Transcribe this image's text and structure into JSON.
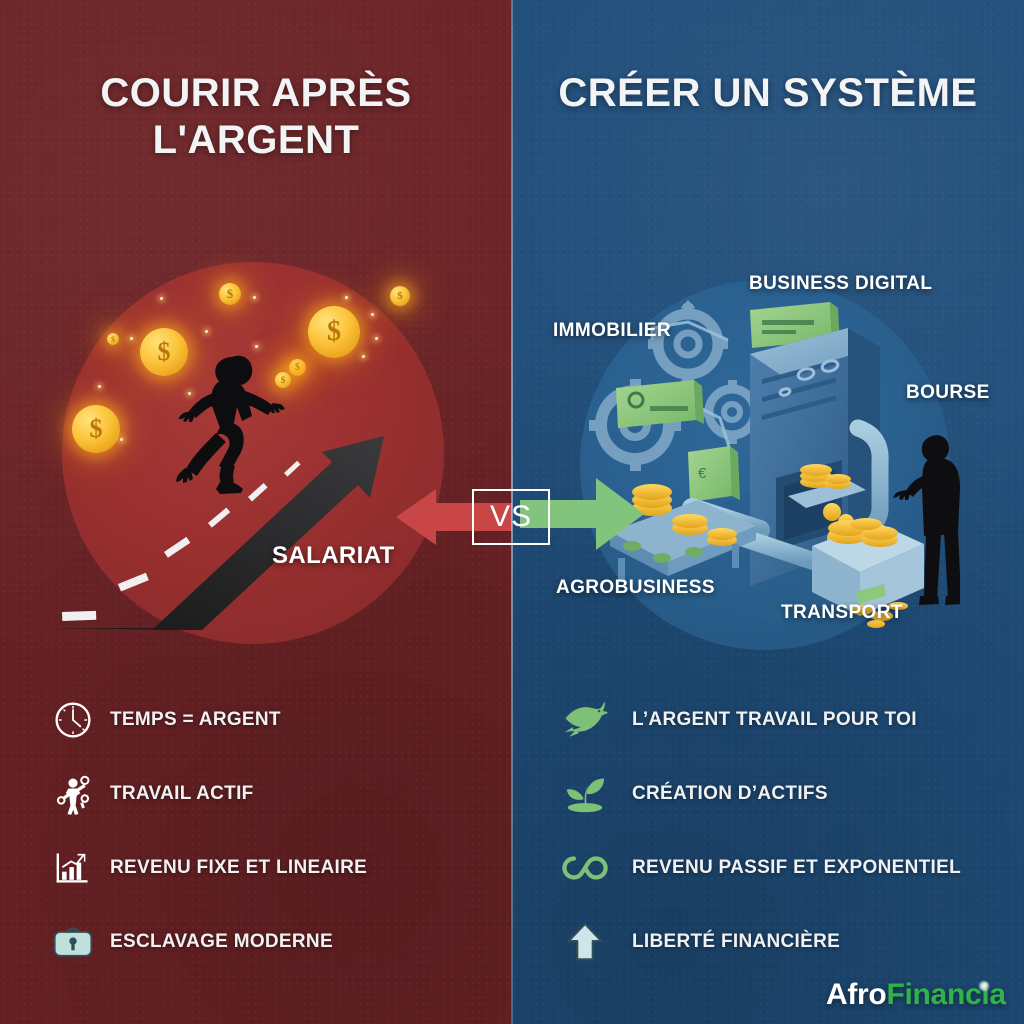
{
  "colors": {
    "left_bg": "#6B2225",
    "right_bg": "#1F4D7A",
    "left_disc": "#99302F",
    "right_disc": "#2A608E",
    "arrow_red": "#C94646",
    "arrow_green": "#82C47E",
    "accent_green": "#2FB34A",
    "coin_gold": "#FCC43A",
    "text_white": "#F2F3F4"
  },
  "left": {
    "title": "COURIR APRÈS L'ARGENT",
    "illustration_label": "SALARIAT",
    "coin_symbol": "$",
    "bullets": [
      {
        "icon": "clock-icon",
        "label": "TEMPS = ARGENT"
      },
      {
        "icon": "chained-worker-icon",
        "label": "TRAVAIL ACTIF"
      },
      {
        "icon": "bar-chart-up-icon",
        "label": "REVENU FIXE ET LINEAIRE"
      },
      {
        "icon": "shackle-lock-icon",
        "label": "ESCLAVAGE MODERNE"
      }
    ]
  },
  "right": {
    "title": "CRÉER UN SYSTÈME",
    "illustration_labels": [
      {
        "key": "immobilier",
        "label": "IMMOBILIER"
      },
      {
        "key": "business_digital",
        "label": "BUSINESS DIGITAL"
      },
      {
        "key": "bourse",
        "label": "BOURSE"
      },
      {
        "key": "agrobusiness",
        "label": "AGROBUSINESS"
      },
      {
        "key": "transport",
        "label": "TRANSPORT"
      }
    ],
    "bullets": [
      {
        "icon": "bird-icon",
        "label": "L’ARGENT TRAVAIL POUR  TOI"
      },
      {
        "icon": "sprout-icon",
        "label": "CRÉATION D’ACTIFS"
      },
      {
        "icon": "infinity-icon",
        "label": "REVENU PASSIF ET EXPONENTIEL"
      },
      {
        "icon": "up-arrow-icon",
        "label": "LIBERTÉ FINANCIÈRE"
      }
    ]
  },
  "center": {
    "vs_label": "VS",
    "left_arrow": "arrow-left-icon",
    "right_arrow": "arrow-right-icon"
  },
  "logo": {
    "part_one": "Afro",
    "part_two": "Financia"
  }
}
